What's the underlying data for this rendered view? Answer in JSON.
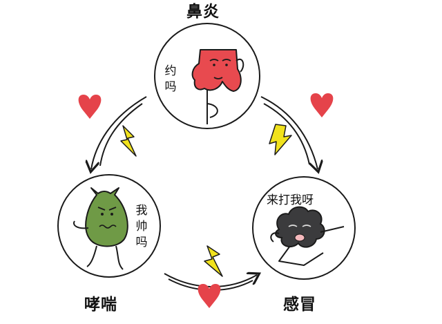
{
  "titles": {
    "top": "鼻炎",
    "bottom_left": "哮喘",
    "bottom_right": "感冒"
  },
  "bubbles": {
    "top": "约吗",
    "left": "我帅吗",
    "right": "来打我呀"
  },
  "colors": {
    "rhinitis_character": "#e84a4f",
    "asthma_character": "#6f9a46",
    "cold_character": "#3b3b3d",
    "heart": "#e5434a",
    "lightning": "#f1e21d",
    "outline": "#1a1a1a"
  },
  "icons": [
    "heart-icon",
    "lightning-icon",
    "curved-arrow-icon"
  ]
}
